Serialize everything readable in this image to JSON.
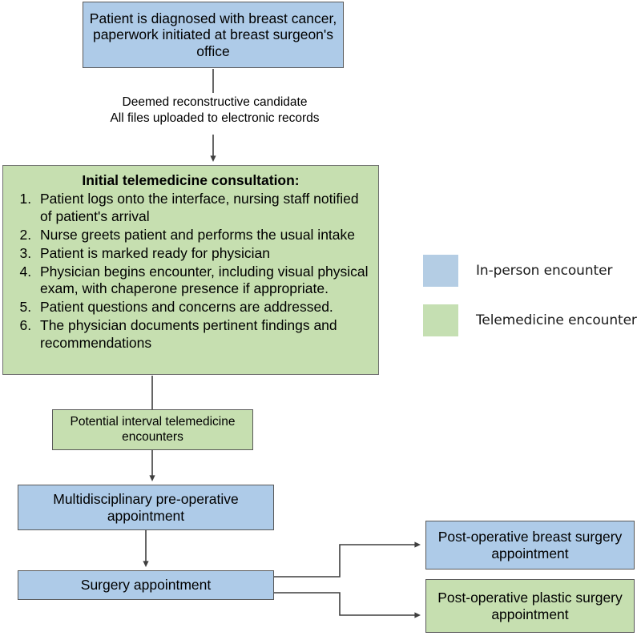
{
  "diagram": {
    "title": "Breast reconstruction telemedicine care pathway flowchart",
    "colors": {
      "in_person_fill": "#aecbe8",
      "telemedicine_fill": "#c6dfb0",
      "legend_in_person_fill": "#b4cde4",
      "legend_telemedicine_fill": "#c5dfb2",
      "border": "#595959",
      "connector": "#3f3f3f",
      "background": "#ffffff"
    }
  },
  "nodes": {
    "diagnosis": "Patient is diagnosed with breast cancer, paperwork initiated at breast surgeon's office",
    "interval": "Potential interval telemedicine encounters",
    "preop": "Multidisciplinary pre-operative appointment",
    "surgery": "Surgery appointment",
    "postop_breast": "Post-operative breast surgery appointment",
    "postop_plastic": "Post-operative plastic surgery appointment"
  },
  "edges": {
    "diagnosis_to_consult_line1": "Deemed reconstructive candidate",
    "diagnosis_to_consult_line2": "All files uploaded to electronic records"
  },
  "consultation": {
    "heading": "Initial telemedicine consultation:",
    "steps": [
      "Patient logs onto the interface, nursing staff notified of patient's arrival",
      "Nurse greets patient and performs the usual intake",
      "Patient is marked ready for physician",
      "Physician begins encounter, including visual physical exam, with chaperone presence if appropriate.",
      "Patient questions and concerns are addressed.",
      "The physician documents pertinent findings and recommendations"
    ]
  },
  "legend": {
    "items": [
      {
        "label": "In-person encounter",
        "swatch": "in-person-swatch"
      },
      {
        "label": "Telemedicine encounter",
        "swatch": "telemedicine-swatch"
      }
    ]
  }
}
